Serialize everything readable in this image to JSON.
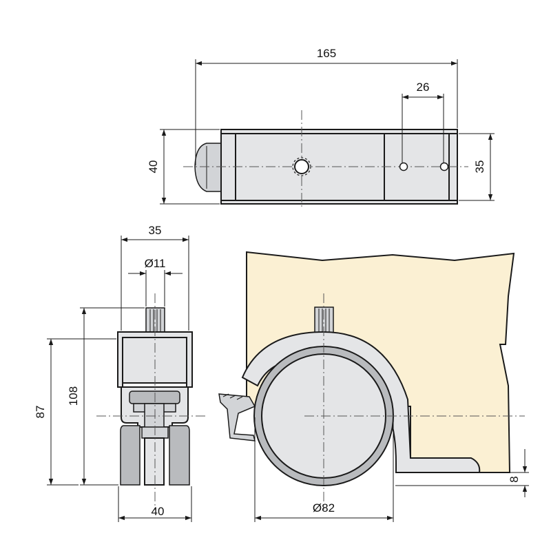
{
  "dimensions": {
    "top_length": "165",
    "hole_spacing": "26",
    "top_height_left": "40",
    "top_height_right": "35",
    "front_width_top": "35",
    "stem_diameter": "Ø11",
    "front_total_height": "108",
    "front_body_height": "87",
    "front_width_bottom": "40",
    "wheel_diameter": "Ø82",
    "floor_offset": "8"
  },
  "colors": {
    "board_fill": "#fbf0d3",
    "part_fill": "#e4e5e7",
    "part_dark": "#b9bbbe",
    "line": "#1a1a1a"
  }
}
